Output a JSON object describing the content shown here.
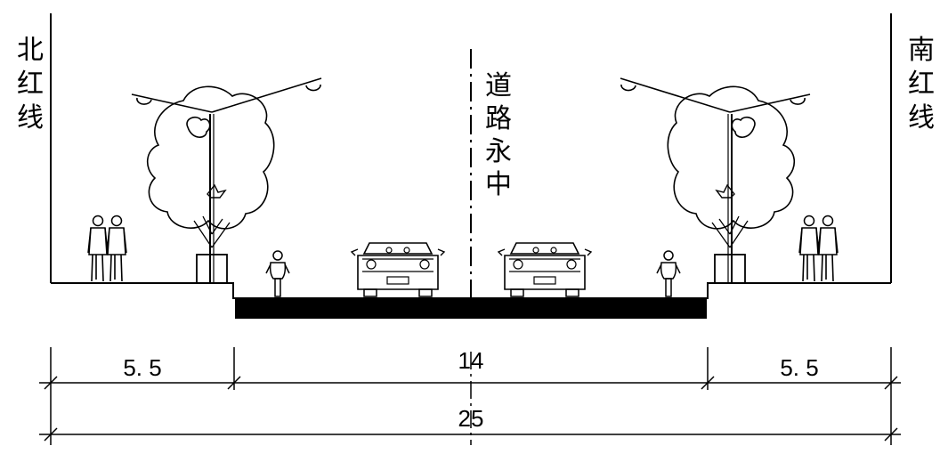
{
  "labels": {
    "north_red_line": [
      "北",
      "红",
      "线"
    ],
    "south_red_line": [
      "南",
      "红",
      "线"
    ],
    "center_line": [
      "道",
      "路",
      "永",
      "中"
    ]
  },
  "dimensions": {
    "left_sidewalk": "5. 5",
    "roadway": "14",
    "right_sidewalk": "5. 5",
    "total": "25"
  },
  "colors": {
    "line": "#000000",
    "background": "#ffffff"
  },
  "icons": [
    "tree-icon",
    "street-lamp-icon",
    "pedestrian-icon",
    "cyclist-icon",
    "car-icon"
  ]
}
